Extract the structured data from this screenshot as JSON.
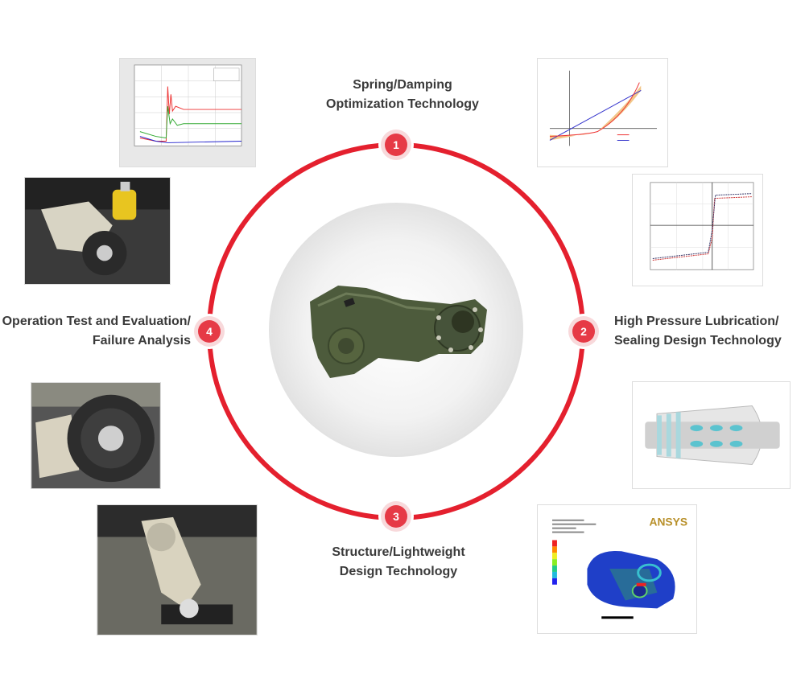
{
  "steps": [
    {
      "number": "1",
      "title_lines": [
        "Spring/Damping",
        "Optimization Technology"
      ]
    },
    {
      "number": "2",
      "title_lines": [
        "High Pressure Lubrication/",
        "Sealing Design Technology"
      ]
    },
    {
      "number": "3",
      "title_lines": [
        "Structure/Lightweight",
        "Design Technology"
      ]
    },
    {
      "number": "4",
      "title_lines": [
        "Operation Test and Evaluation/",
        "Failure Analysis"
      ]
    }
  ],
  "images": {
    "ansys_logo": "ANSYS"
  },
  "colors": {
    "ring": "#e4202e",
    "badge": "#e63a46",
    "center_bg": "#ececec",
    "gearbox": "#4a5a3a"
  }
}
